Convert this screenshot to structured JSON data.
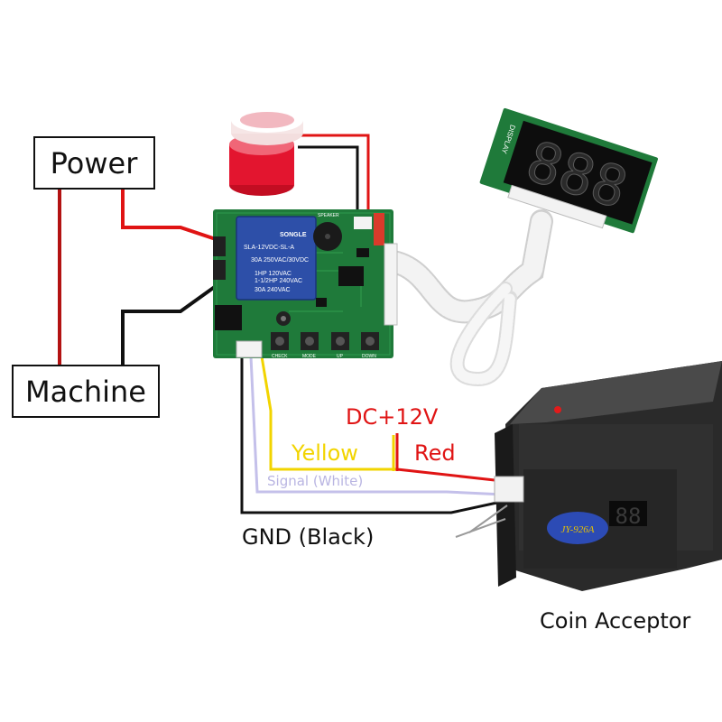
{
  "labels": {
    "power": "Power",
    "machine": "Machine",
    "dc12v": "DC+12V",
    "yellow": "Yellow",
    "red": "Red",
    "signal": "Signal (White)",
    "gnd": "GND (Black)",
    "coin_acceptor": "Coin Acceptor"
  },
  "relay": {
    "brand": "SONGLE",
    "model": "SLA-12VDC-SL-A",
    "line1": "30A  250VAC/30VDC",
    "line2": "1HP 120VAC",
    "line3": "1-1/2HP 240VAC",
    "line4": "30A  240VAC"
  },
  "board": {
    "buttons": [
      "CHECK",
      "MODE",
      "UP",
      "DOWN"
    ],
    "buzzer_label": "SPEAKER"
  },
  "display": {
    "label": "DISPLAY",
    "digits": "888"
  },
  "coin_device": {
    "model": "JY-926A",
    "digits": "88"
  },
  "colors": {
    "red_wire": "#e01414",
    "black_wire": "#111111",
    "yellow_wire": "#f2d400",
    "signal_wire": "#c4c0ea",
    "red_text": "#e01414",
    "yellow_text": "#f2d400",
    "signal_text": "#b9b5e2",
    "pcb": "#1f7a3a",
    "relay": "#2d4fa8"
  }
}
